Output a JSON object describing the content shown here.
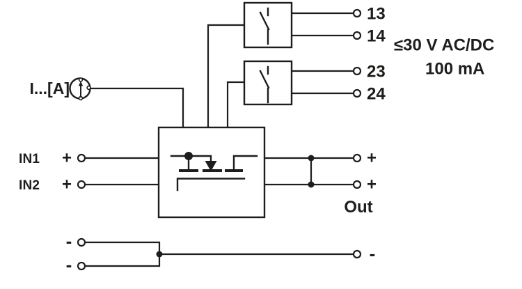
{
  "colors": {
    "line": "#1d1d1b",
    "background": "#ffffff"
  },
  "current_dial": {
    "label": "I...[A]"
  },
  "relay_outputs": {
    "contact1": {
      "terminals": [
        {
          "id": "13"
        },
        {
          "id": "14"
        }
      ]
    },
    "contact2": {
      "terminals": [
        {
          "id": "23"
        },
        {
          "id": "24"
        }
      ]
    },
    "rating_voltage": "≤30 V AC/DC",
    "rating_current": "100 mA"
  },
  "inputs": {
    "in1_label": "IN1",
    "in2_label": "IN2",
    "plus": "+",
    "minus": "-"
  },
  "output": {
    "plus": "+",
    "label": "Out",
    "minus": "-"
  }
}
